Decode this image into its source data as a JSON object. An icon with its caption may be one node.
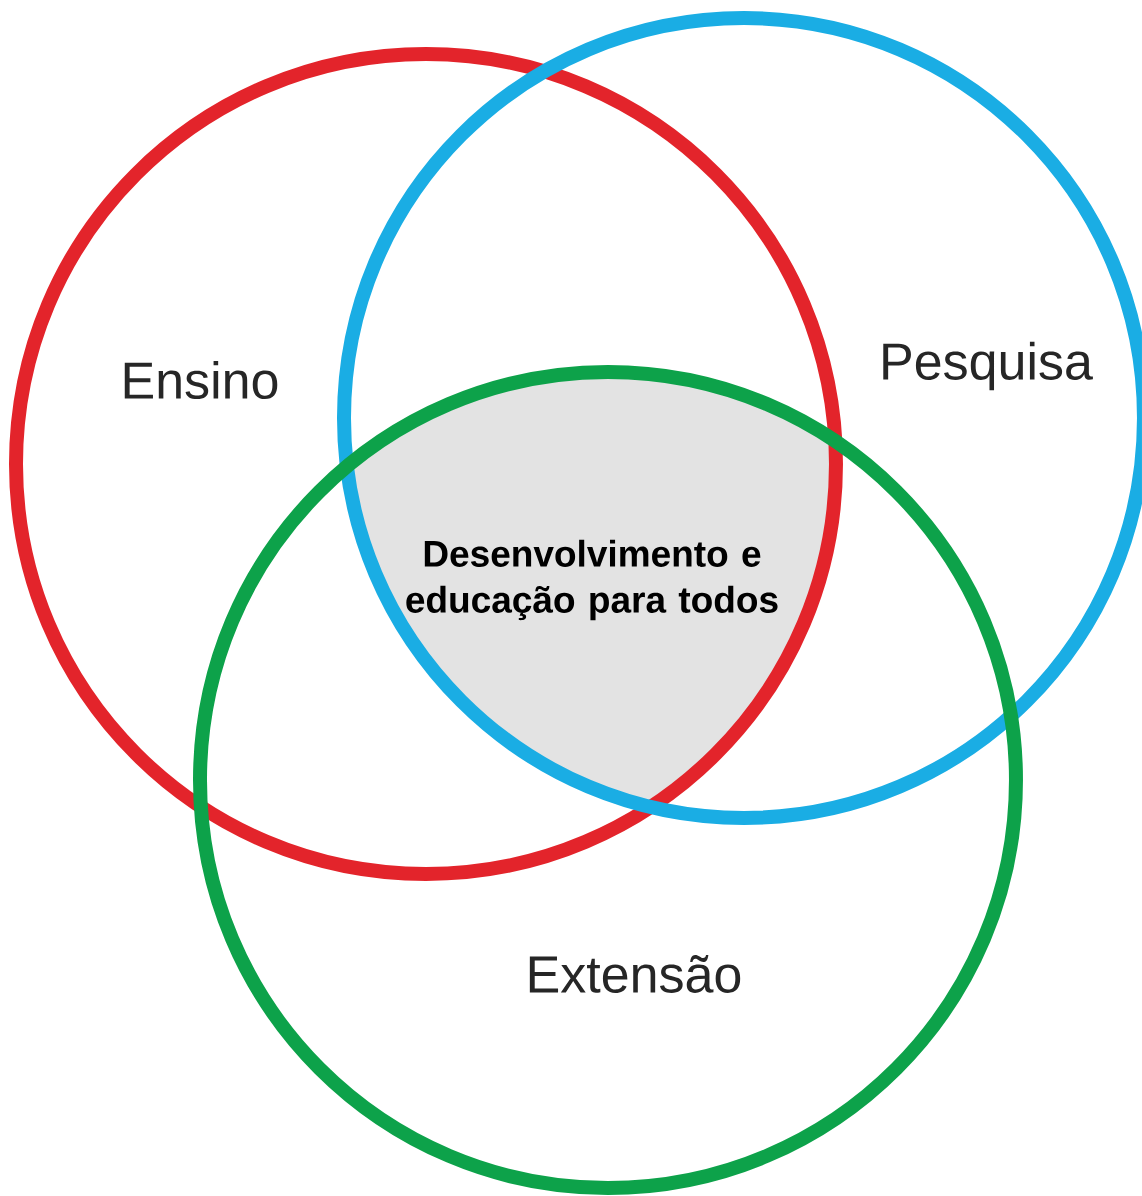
{
  "diagram": {
    "nodes": [
      {
        "text": [
          "Ensino"
        ]
      },
      {
        "text": [
          "Pesquisa"
        ]
      },
      {
        "text": [
          "Extensão"
        ]
      },
      {
        "text": [
          "Desenvolvimento e educação para todos"
        ]
      }
    ]
  }
}
